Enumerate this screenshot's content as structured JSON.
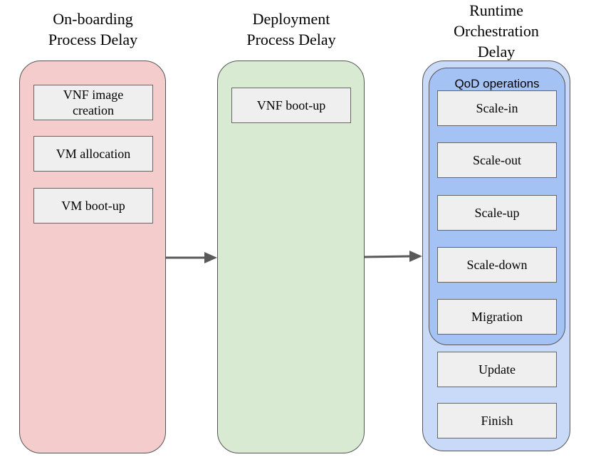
{
  "columns": [
    {
      "title": "On-boarding\nProcess Delay",
      "fill": "#f4cccc",
      "items": [
        "VNF image creation",
        "VM allocation",
        "VM boot-up"
      ]
    },
    {
      "title": "Deployment\nProcess Delay",
      "fill": "#d9ead3",
      "items": [
        "VNF boot-up"
      ]
    },
    {
      "title": "Runtime\nOrchestration\nDelay",
      "fill": "#c9daf8",
      "group": {
        "label": "QoD operations",
        "fill": "#a4c2f4",
        "items": [
          "Scale-in",
          "Scale-out",
          "Scale-up",
          "Scale-down",
          "Migration"
        ]
      },
      "items": [
        "Update",
        "Finish"
      ]
    }
  ],
  "colors": {
    "arrow": "#595959",
    "box": "#efefef"
  }
}
